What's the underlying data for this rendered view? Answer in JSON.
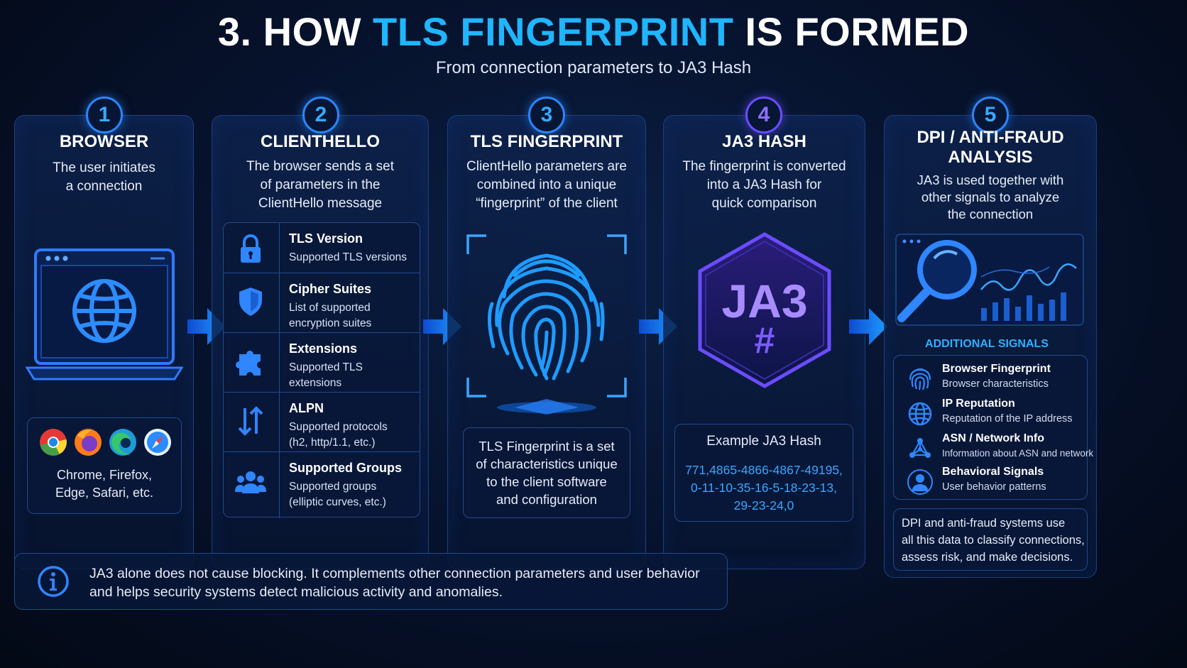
{
  "header": {
    "title_prefix": "3. HOW ",
    "title_accent": "TLS FINGERPRINT",
    "title_suffix": " IS FORMED",
    "subtitle": "From connection parameters to JA3 Hash"
  },
  "steps": [
    {
      "number": "1",
      "title": "BROWSER",
      "desc_lines": [
        "The user initiates",
        "a connection"
      ],
      "browsers_lines": [
        "Chrome, Firefox,",
        "Edge, Safari, etc."
      ]
    },
    {
      "number": "2",
      "title": "CLIENTHELLO",
      "desc_lines": [
        "The browser sends a set",
        "of parameters in the",
        "ClientHello message"
      ],
      "params": [
        {
          "title": "TLS Version",
          "desc_lines": [
            "Supported TLS versions"
          ],
          "icon": "lock-icon"
        },
        {
          "title": "Cipher Suites",
          "desc_lines": [
            "List of supported",
            "encryption suites"
          ],
          "icon": "shield-icon"
        },
        {
          "title": "Extensions",
          "desc_lines": [
            "Supported TLS",
            "extensions"
          ],
          "icon": "puzzle-icon"
        },
        {
          "title": "ALPN",
          "desc_lines": [
            "Supported protocols",
            "(h2, http/1.1, etc.)"
          ],
          "icon": "up-down-arrows-icon"
        },
        {
          "title": "Supported Groups",
          "desc_lines": [
            "Supported groups",
            "(elliptic curves, etc.)"
          ],
          "icon": "users-icon"
        }
      ]
    },
    {
      "number": "3",
      "title": "TLS FINGERPRINT",
      "desc_lines": [
        "ClientHello parameters are",
        "combined into a unique",
        "“fingerprint” of the client"
      ],
      "note_lines": [
        "TLS Fingerprint is a set",
        "of characteristics unique",
        "to the client software",
        "and configuration"
      ]
    },
    {
      "number": "4",
      "title": "JA3 HASH",
      "desc_lines": [
        "The fingerprint is converted",
        "into a JA3 Hash for",
        "quick comparison"
      ],
      "hex_text": "JA3",
      "hex_symbol": "#",
      "example_label": "Example JA3 Hash",
      "example_lines": [
        "771,4865-4866-4867-49195,",
        "0-11-10-35-16-5-18-23-13,",
        "29-23-24,0"
      ]
    },
    {
      "number": "5",
      "title_lines": [
        "DPI / ANTI-FRAUD",
        "ANALYSIS"
      ],
      "desc_lines": [
        "JA3 is used together with",
        "other signals to analyze",
        "the connection"
      ],
      "signals_label": "ADDITIONAL SIGNALS",
      "signals": [
        {
          "title": "Browser Fingerprint",
          "desc": "Browser characteristics",
          "icon": "fingerprint-icon"
        },
        {
          "title": "IP Reputation",
          "desc": "Reputation of the IP address",
          "icon": "globe-icon"
        },
        {
          "title": "ASN / Network Info",
          "desc": "Information about ASN and network",
          "icon": "network-icon"
        },
        {
          "title": "Behavioral Signals",
          "desc": "User behavior patterns",
          "icon": "user-icon"
        }
      ],
      "summary_lines": [
        "DPI and anti-fraud systems use",
        "all this data to classify connections,",
        "assess risk, and make decisions."
      ]
    }
  ],
  "footer": {
    "icon": "info-icon",
    "info_lines": [
      "JA3 alone does not cause blocking. It complements other connection parameters and user behavior",
      "and helps security systems detect malicious activity and anomalies."
    ]
  },
  "colors": {
    "accent": "#1fb6ff",
    "panel_border": "#1d3f7a",
    "badge": "#2a86ff",
    "signals_label": "#2fb0ff",
    "hash_text": "#3aa6ff",
    "hex_purple": "#6b4cff"
  }
}
